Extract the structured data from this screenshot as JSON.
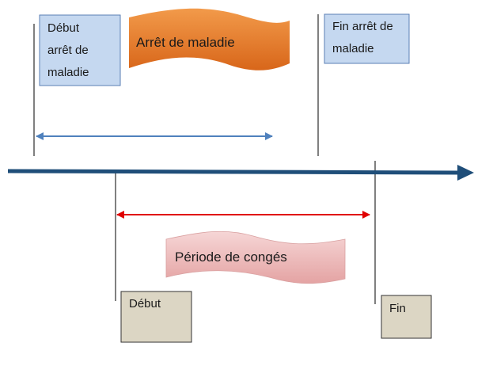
{
  "sick_leave": {
    "start_label": "Début\narrêt de\nmaladie",
    "banner_label": "Arrêt de maladie",
    "end_label": "Fin arrêt de\nmaladie"
  },
  "holiday": {
    "start_label": "Début",
    "banner_label": "Période de congés",
    "end_label": "Fin"
  },
  "colors": {
    "sick_box_fill": "#c5d8f0",
    "sick_box_border": "#5b7fb5",
    "sick_banner_top": "#f29a4a",
    "sick_banner_bottom": "#d8661a",
    "holiday_box_fill": "#dcd6c4",
    "holiday_box_border": "#333333",
    "holiday_banner_top": "#f6d6d6",
    "holiday_banner_bottom": "#e4a3a3",
    "timeline": "#1f4e79",
    "sick_span_arrow": "#4f81bd",
    "holiday_span_arrow": "#e00000"
  }
}
